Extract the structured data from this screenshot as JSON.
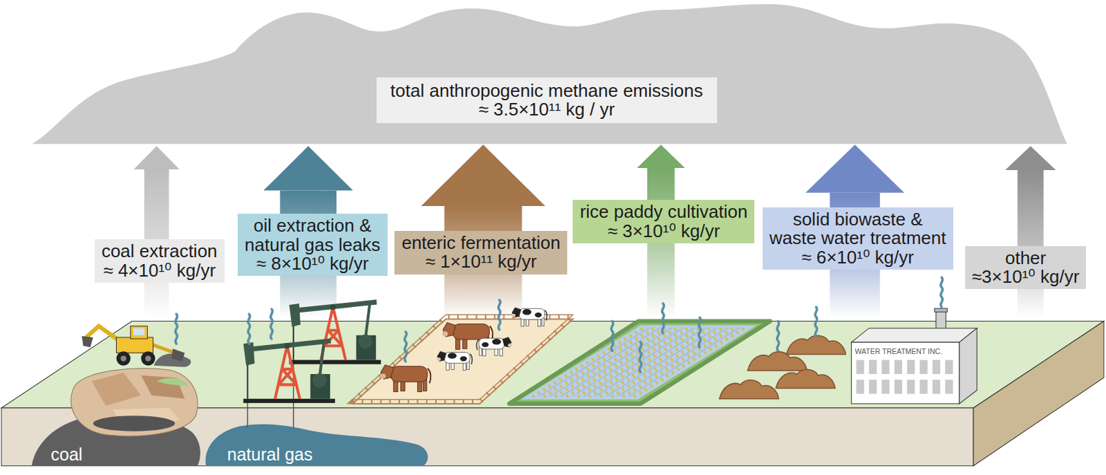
{
  "diagram": {
    "nodes": [
      {
        "text": [
          "total anthropogenic methane emissions ≈ 3.5×10¹¹ kg / yr"
        ]
      },
      {
        "text": [
          "coal extraction ≈ 4×10¹⁰ kg/yr"
        ]
      },
      {
        "text": [
          "oil extraction & natural gas leaks ≈ 8×10¹⁰ kg/yr"
        ]
      },
      {
        "text": [
          "enteric fermentation ≈ 1×10¹¹ kg/yr"
        ]
      },
      {
        "text": [
          "rice paddy cultivation ≈ 3×10¹⁰ kg/yr"
        ]
      },
      {
        "text": [
          "solid biowaste & waste water treatment ≈ 6×10¹⁰ kg/yr"
        ]
      },
      {
        "text": [
          "other ≈3×10¹⁰ kg/yr"
        ]
      }
    ],
    "labels": [
      "coal",
      "natural gas",
      "WATER TREATMENT INC."
    ]
  }
}
